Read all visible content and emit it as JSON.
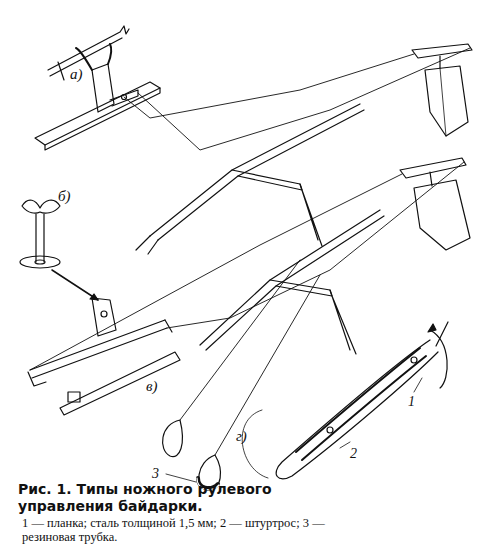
{
  "diagram": {
    "title": "Рис. 1. Типы ножного рулевого управления байдарки.",
    "caption": "1 — планка; сталь толщиной 1,5 мм; 2 — штуртрос; 3 — резиновая трубка.",
    "labels": [
      "а)",
      "б)",
      "в)",
      "г)",
      "1",
      "2",
      "3"
    ]
  }
}
